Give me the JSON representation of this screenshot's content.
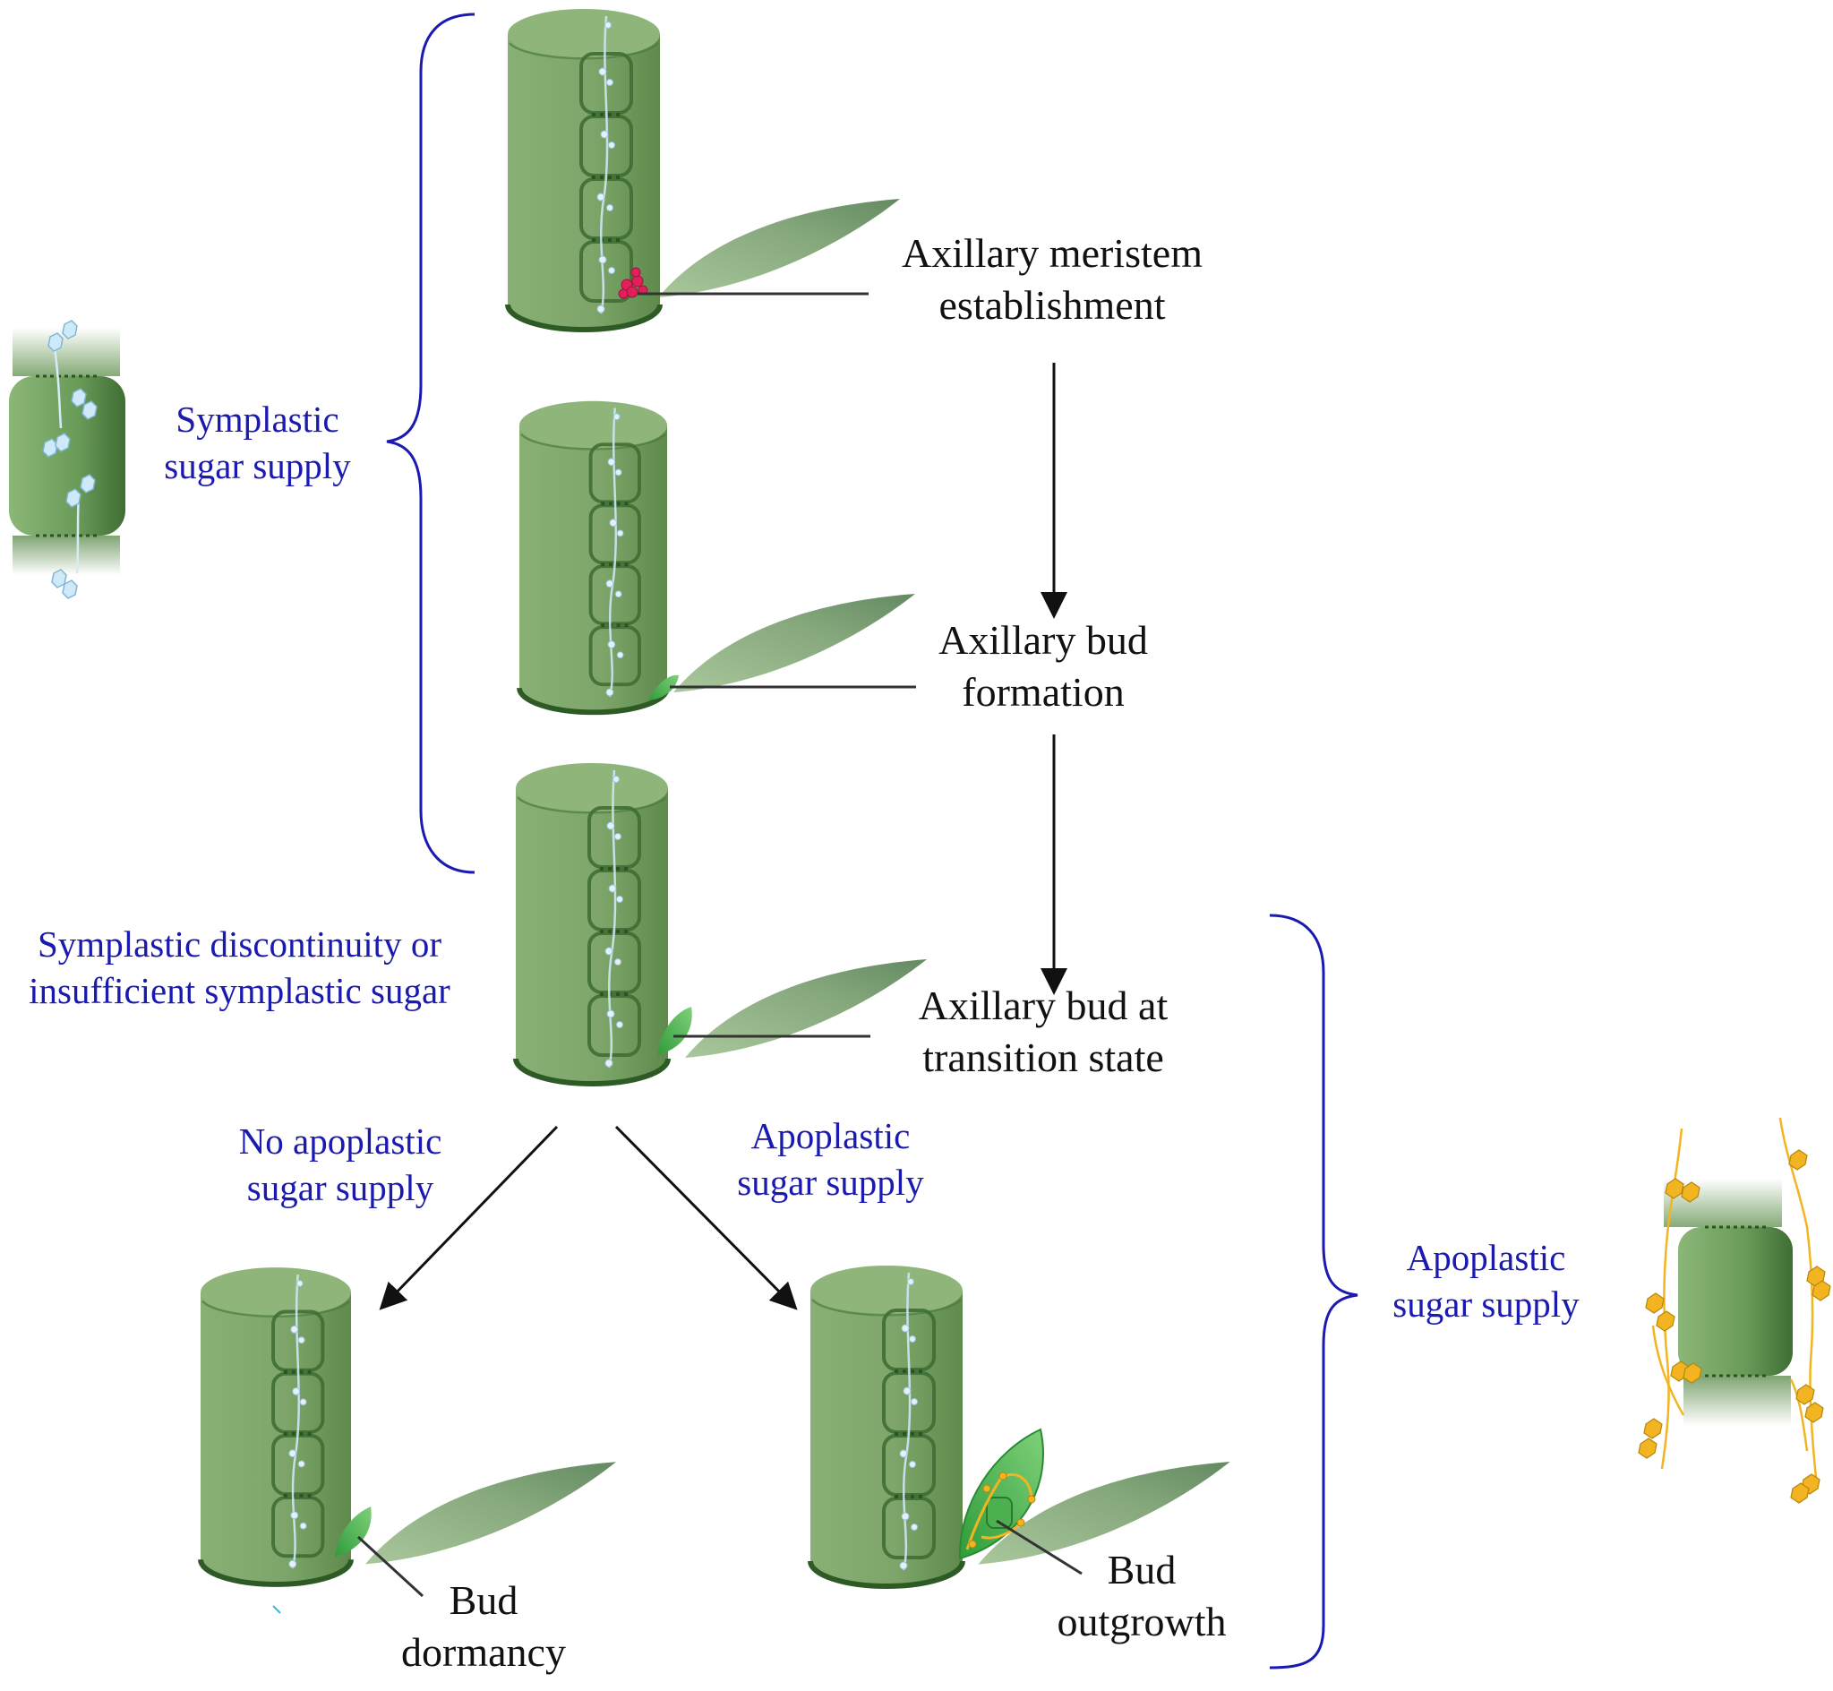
{
  "labels": {
    "meristem": [
      "Axillary meristem",
      "establishment"
    ],
    "formation": [
      "Axillary bud",
      "formation"
    ],
    "transition": [
      "Axillary bud at",
      "transition state"
    ],
    "dormancy": [
      "Bud",
      "dormancy"
    ],
    "outgrowth": [
      "Bud",
      "outgrowth"
    ],
    "symplastic_supply": [
      "Symplastic",
      "sugar supply"
    ],
    "discontinuity": [
      "Symplastic discontinuity or",
      "insufficient symplastic sugar"
    ],
    "no_apoplastic": [
      "No apoplastic",
      "sugar supply"
    ],
    "apoplastic_branch": [
      "Apoplastic",
      "sugar supply"
    ],
    "apoplastic_supply": [
      "Apoplastic",
      "sugar supply"
    ]
  },
  "colors": {
    "stem": "#7fa86a",
    "stem_dark": "#4f7a40",
    "leaf": "#6e9a66",
    "bud": "#3fb24a",
    "meristem": "#e0205a",
    "sugar_symplastic": "#bfe0f2",
    "sugar_apoplastic": "#f3b421",
    "brace": "#1a1ab0",
    "arrow": "#111111"
  },
  "icons": {
    "symplastic_cell": "symplastic-cell-icon",
    "apoplastic_cell": "apoplastic-cell-icon"
  }
}
